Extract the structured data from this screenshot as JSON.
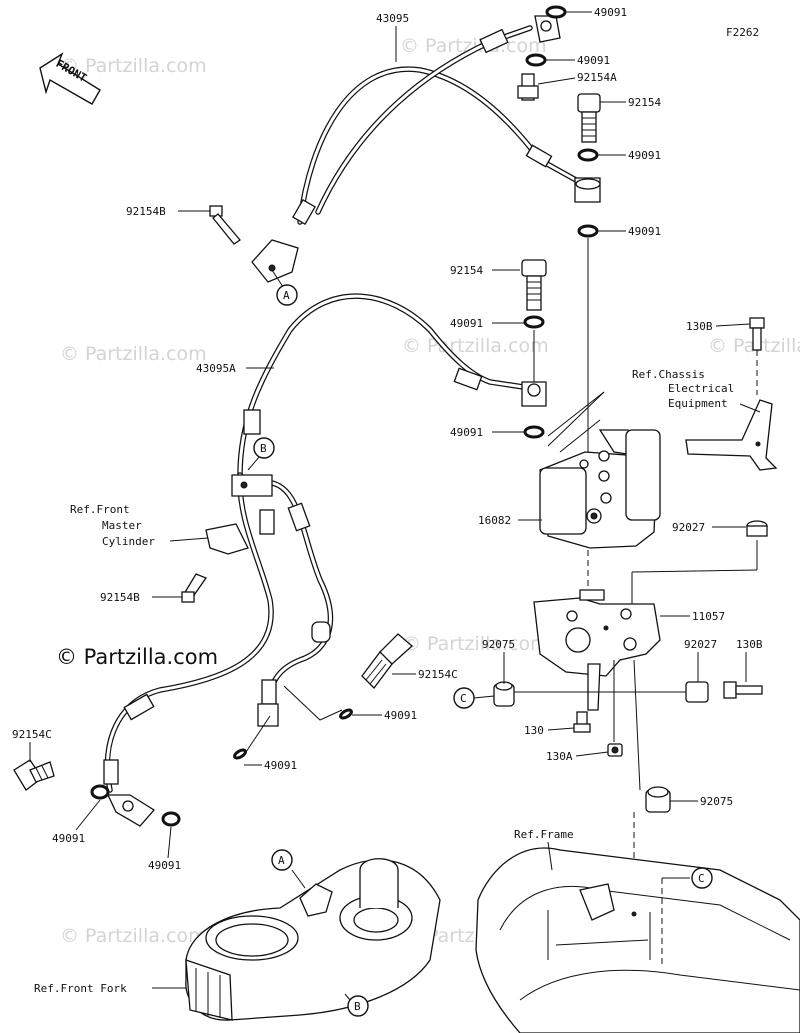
{
  "figure_code": "F2262",
  "front_arrow_label": "FRONT",
  "brand": "© Partzilla.com",
  "watermark": "© Partzilla.com",
  "refs": {
    "chassis": [
      "Ref.Chassis",
      "Electrical",
      "Equipment"
    ],
    "master_cylinder": [
      "Ref.Front",
      "Master",
      "Cylinder"
    ],
    "frame": "Ref.Frame",
    "front_fork": "Ref.Front Fork"
  },
  "callouts": {
    "A": "A",
    "B": "B",
    "C": "C"
  },
  "parts": {
    "p43095": "43095",
    "p43095A": "43095A",
    "p49091": "49091",
    "p92154A": "92154A",
    "p92154": "92154",
    "p92154B": "92154B",
    "p92154C": "92154C",
    "p16082": "16082",
    "p11057": "11057",
    "p92027": "92027",
    "p92075": "92075",
    "p130": "130",
    "p130A": "130A",
    "p130B": "130B"
  }
}
